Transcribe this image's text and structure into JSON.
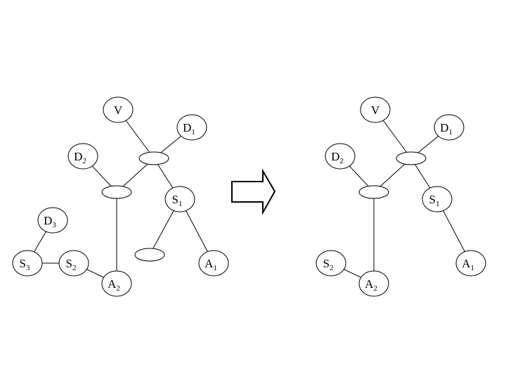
{
  "left_graph": {
    "nodes": [
      {
        "id": "V",
        "label": "V",
        "sub": ""
      },
      {
        "id": "D1",
        "label": "D",
        "sub": "1"
      },
      {
        "id": "D2",
        "label": "D",
        "sub": "2"
      },
      {
        "id": "J1",
        "label": "",
        "sub": ""
      },
      {
        "id": "J2",
        "label": "",
        "sub": ""
      },
      {
        "id": "S1",
        "label": "S",
        "sub": "1"
      },
      {
        "id": "D3",
        "label": "D",
        "sub": "3"
      },
      {
        "id": "S3",
        "label": "S",
        "sub": "3"
      },
      {
        "id": "S2",
        "label": "S",
        "sub": "2"
      },
      {
        "id": "A2",
        "label": "A",
        "sub": "2"
      },
      {
        "id": "E",
        "label": "",
        "sub": ""
      },
      {
        "id": "A1",
        "label": "A",
        "sub": "1"
      }
    ],
    "edges": [
      [
        "V",
        "J1"
      ],
      [
        "D1",
        "J1"
      ],
      [
        "J1",
        "J2"
      ],
      [
        "J1",
        "S1"
      ],
      [
        "D2",
        "J2"
      ],
      [
        "J2",
        "A2"
      ],
      [
        "S1",
        "E"
      ],
      [
        "S1",
        "A1"
      ],
      [
        "D3",
        "S3"
      ],
      [
        "S3",
        "S2"
      ],
      [
        "S2",
        "A2"
      ]
    ]
  },
  "right_graph": {
    "nodes": [
      {
        "id": "V",
        "label": "V",
        "sub": ""
      },
      {
        "id": "D1",
        "label": "D",
        "sub": "1"
      },
      {
        "id": "D2",
        "label": "D",
        "sub": "2"
      },
      {
        "id": "J1",
        "label": "",
        "sub": ""
      },
      {
        "id": "J2",
        "label": "",
        "sub": ""
      },
      {
        "id": "S1",
        "label": "S",
        "sub": "1"
      },
      {
        "id": "S2",
        "label": "S",
        "sub": "2"
      },
      {
        "id": "A2",
        "label": "A",
        "sub": "2"
      },
      {
        "id": "A1",
        "label": "A",
        "sub": "1"
      }
    ],
    "edges": [
      [
        "V",
        "J1"
      ],
      [
        "D1",
        "J1"
      ],
      [
        "J1",
        "J2"
      ],
      [
        "J1",
        "S1"
      ],
      [
        "D2",
        "J2"
      ],
      [
        "J2",
        "A2"
      ],
      [
        "S1",
        "A1"
      ],
      [
        "S2",
        "A2"
      ]
    ]
  },
  "arrow": {
    "direction": "right"
  }
}
